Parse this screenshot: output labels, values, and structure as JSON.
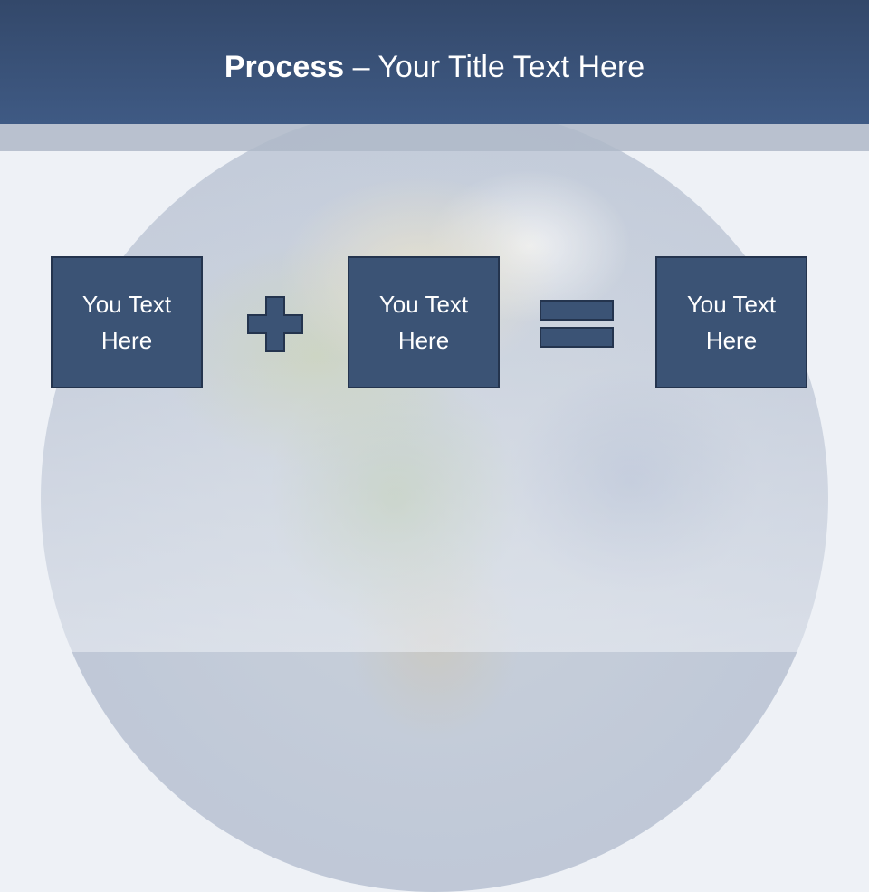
{
  "slide": {
    "title_bold": "Process",
    "title_rest": " – Your Title Text Here"
  },
  "process": {
    "boxes": [
      {
        "text": "You Text Here"
      },
      {
        "text": "You Text Here"
      },
      {
        "text": "You Text Here"
      }
    ],
    "operators": [
      "plus-icon",
      "equals-icon"
    ]
  },
  "colors": {
    "title_bar": "#3f5a84",
    "box_fill": "#3b5375",
    "box_border": "#24344e",
    "operator": "#3b5375"
  }
}
